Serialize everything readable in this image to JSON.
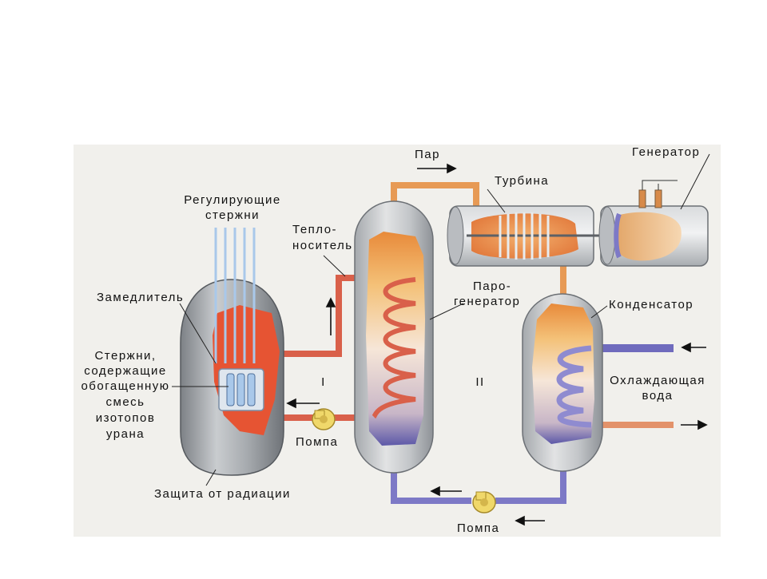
{
  "labels": {
    "control_rods": [
      "Регулирующие",
      "стержни"
    ],
    "coolant": [
      "Тепло-",
      "носитель"
    ],
    "steam": "Пар",
    "turbine": "Турбина",
    "generator": "Генератор",
    "moderator": "Замедлитель",
    "fuel_rods": [
      "Стержни,",
      "содержащие",
      "обогащенную",
      "смесь",
      "изотопов",
      "урана"
    ],
    "steam_generator": [
      "Паро-",
      "генератор"
    ],
    "condenser": "Конденсатор",
    "circuit_one": "I",
    "circuit_two": "II",
    "cooling_water": [
      "Охлаждающая",
      "вода"
    ],
    "pump_primary": "Помпа",
    "pump_secondary": "Помпа",
    "radiation_shield": "Защита от радиации"
  },
  "colors": {
    "panel": "#f1f0ec",
    "vessel": "#9a9ea3",
    "hot_pipe": "#d9604a",
    "cold_pipe": "#7d79c6",
    "steam_pipe": "#e79a55",
    "core": "#e65433",
    "rod": "#a9c8ea"
  }
}
